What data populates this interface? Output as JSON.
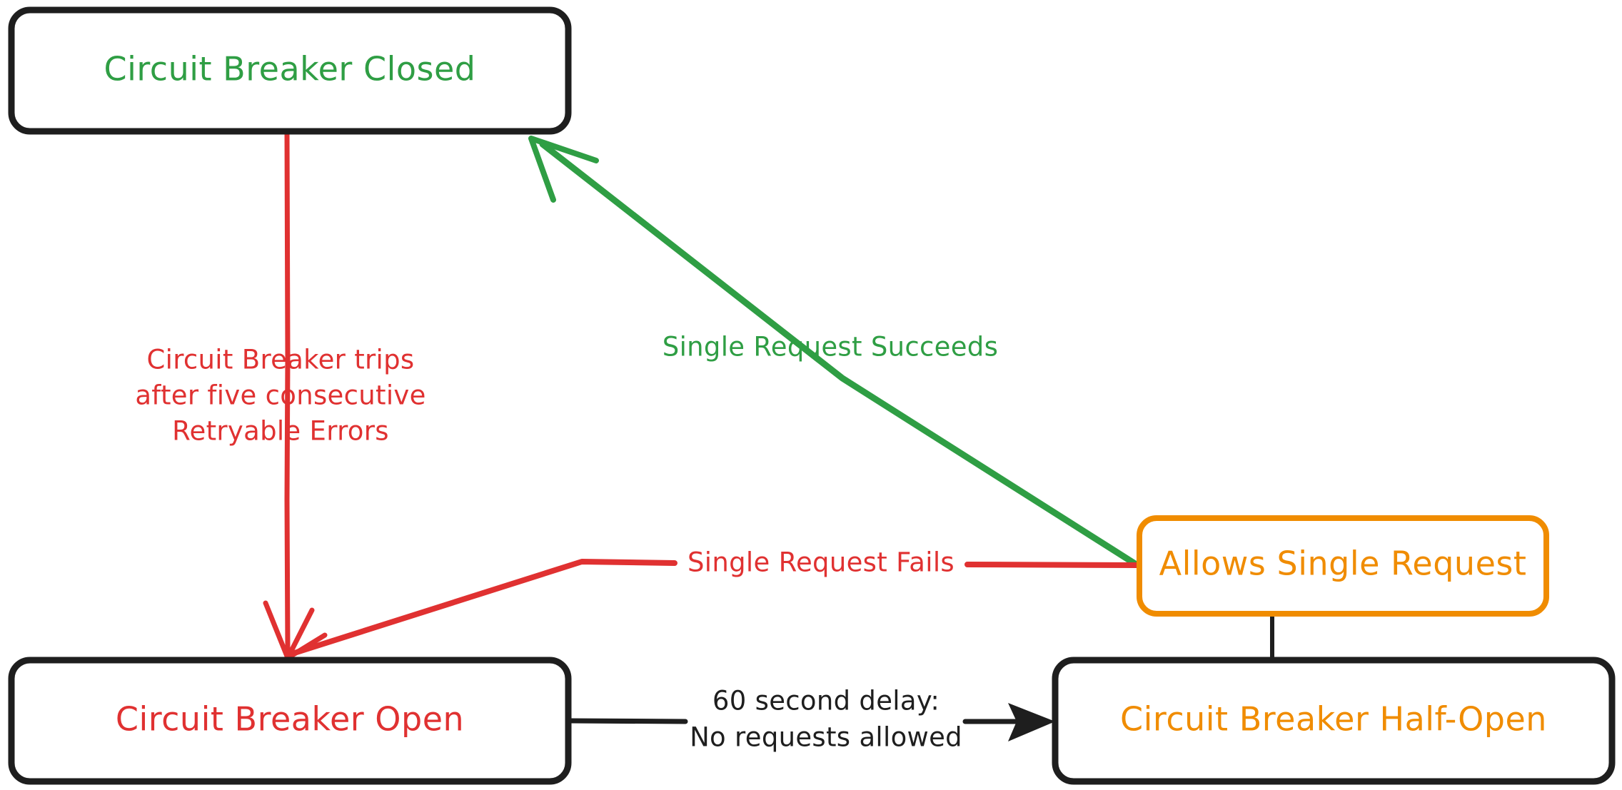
{
  "diagram": {
    "type": "state-diagram",
    "title": "Circuit Breaker State Diagram",
    "background": "#ffffff",
    "colors": {
      "green": "#2f9e44",
      "red": "#e03131",
      "orange": "#f08c00",
      "black": "#1e1e1e"
    }
  },
  "nodes": [
    {
      "id": "closed",
      "label": "Circuit Breaker Closed",
      "text_color": "#2f9e44",
      "border_color": "#1e1e1e"
    },
    {
      "id": "open",
      "label": "Circuit Breaker Open",
      "text_color": "#e03131",
      "border_color": "#1e1e1e"
    },
    {
      "id": "half_open",
      "label": "Circuit Breaker Half-Open",
      "text_color": "#f08c00",
      "border_color": "#1e1e1e"
    },
    {
      "id": "allows_single",
      "label": "Allows Single Request",
      "text_color": "#f08c00",
      "border_color": "#f08c00"
    }
  ],
  "edges": [
    {
      "id": "closed_to_open",
      "from": "closed",
      "to": "open",
      "color": "#e03131",
      "label_lines": [
        "Circuit Breaker trips",
        "after five consecutive",
        "Retryable Errors"
      ],
      "label_color": "#e03131"
    },
    {
      "id": "allows_to_closed",
      "from": "allows_single",
      "to": "closed",
      "color": "#2f9e44",
      "label_lines": [
        "Single Request Succeeds"
      ],
      "label_color": "#2f9e44"
    },
    {
      "id": "allows_to_open",
      "from": "allows_single",
      "to": "open",
      "color": "#e03131",
      "label_lines": [
        "Single Request Fails"
      ],
      "label_color": "#e03131"
    },
    {
      "id": "open_to_half_open",
      "from": "open",
      "to": "half_open",
      "color": "#1e1e1e",
      "label_lines": [
        "60 second delay:",
        "No requests allowed"
      ],
      "label_color": "#1e1e1e"
    },
    {
      "id": "half_open_to_allows",
      "from": "half_open",
      "to": "allows_single",
      "color": "#1e1e1e",
      "label_lines": [],
      "label_color": "#1e1e1e"
    }
  ]
}
